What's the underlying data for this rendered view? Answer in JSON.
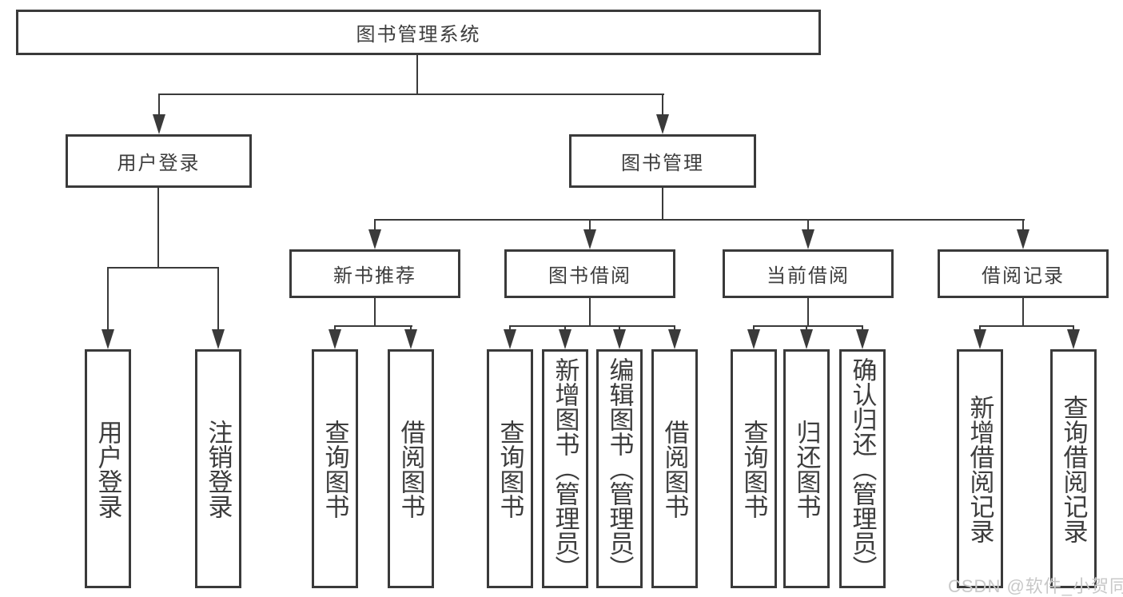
{
  "diagram": {
    "title": "图书管理系统",
    "level2": {
      "user_login": "用户登录",
      "book_mgmt": "图书管理"
    },
    "level3": {
      "new_book": "新书推荐",
      "book_borrow": "图书借阅",
      "current_borrow": "当前借阅",
      "borrow_records": "借阅记录"
    },
    "leaves": {
      "login": [
        "用户登录",
        "注销登录"
      ],
      "recommend": [
        "查询图书",
        "借阅图书"
      ],
      "borrow": [
        "查询图书",
        "新增图书（管理员）",
        "编辑图书（管理员）",
        "借阅图书"
      ],
      "current": [
        "查询图书",
        "归还图书",
        "确认归还（管理员）"
      ],
      "records": [
        "新增借阅记录",
        "查询借阅记录"
      ]
    }
  },
  "watermark": "CSDN @软件_小贺同学",
  "colors": {
    "line": "#3a3a3a",
    "text": "#3d3d3d",
    "watermark": "#c8c8c8",
    "background": "#ffffff"
  }
}
